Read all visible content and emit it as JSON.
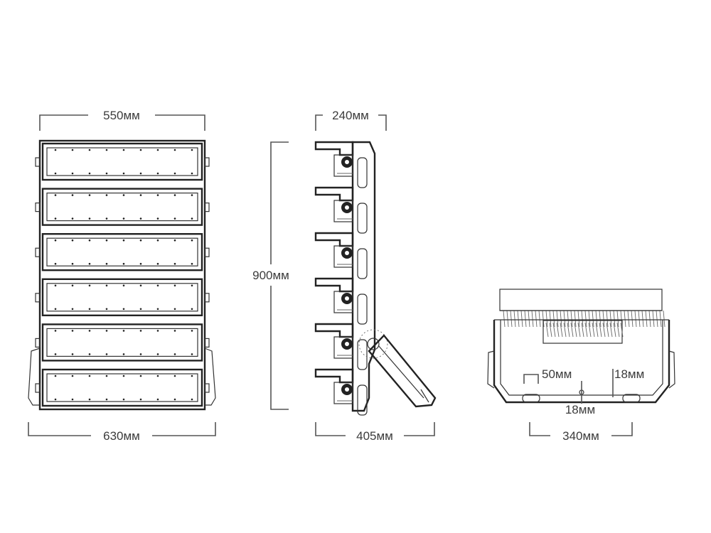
{
  "dimensions": {
    "front_width_top": "550мм",
    "front_width_bottom": "630мм",
    "side_depth_top": "240мм",
    "side_height": "900мм",
    "side_depth_bottom": "405мм",
    "bottom_width": "340мм",
    "slot_width": "50мм",
    "slot_height": "18мм",
    "hole_offset": "18мм"
  },
  "front_view": {
    "module_count": 6
  },
  "side_view": {
    "module_count": 6
  },
  "colors": {
    "line": "#222222",
    "dimension": "#555555",
    "text": "#3c3c3c"
  }
}
